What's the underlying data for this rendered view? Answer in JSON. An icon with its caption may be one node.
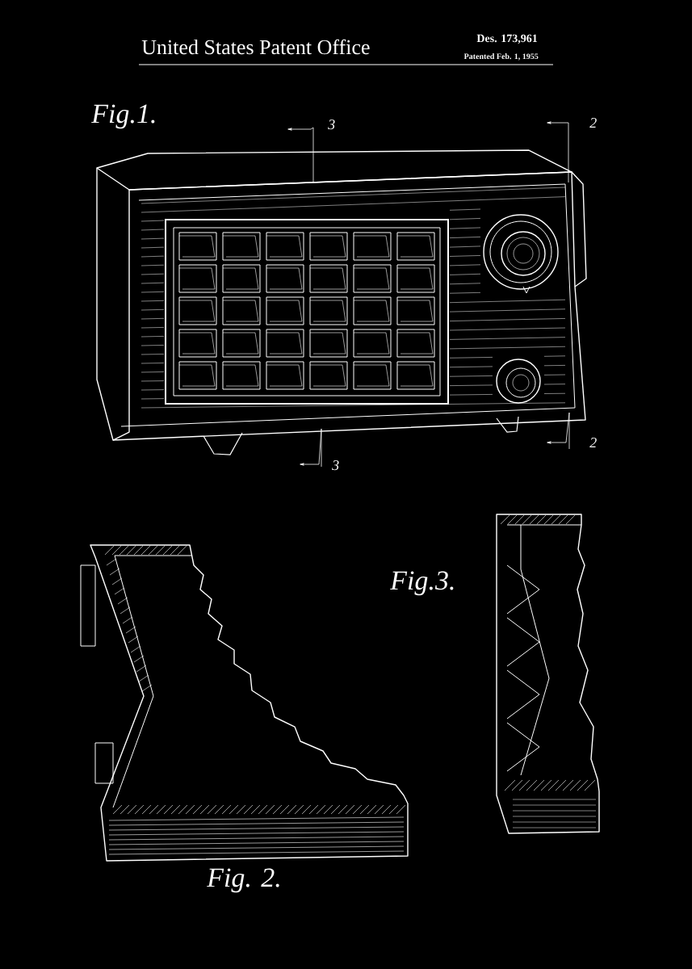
{
  "diagram": {
    "title": "United States Patent Office",
    "labels": [
      "Des. 173,961",
      "Patented Feb. 1, 1955",
      "Fig.1.",
      "3",
      "2",
      "2",
      "3",
      "Fig.3.",
      "Fig. 2."
    ]
  }
}
